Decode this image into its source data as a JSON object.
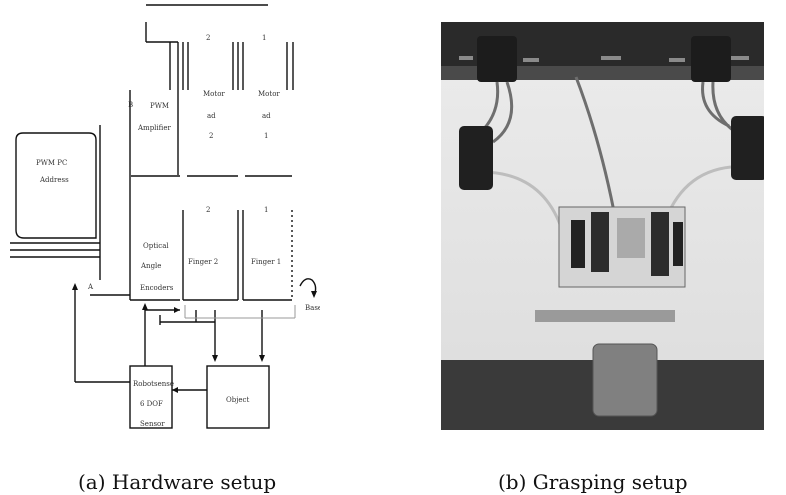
{
  "figure": {
    "subfigure_a": {
      "caption": "(a) Hardware setup",
      "blocks": {
        "pc": [
          "PWM PC",
          "Address"
        ],
        "amplifier": [
          "PWM",
          "Amplifier"
        ],
        "motor_2": [
          "Motor",
          "ad",
          "2"
        ],
        "motor_1": [
          "Motor",
          "ad",
          "1"
        ],
        "encoders": [
          "Optical",
          "Angle",
          "Encoders"
        ],
        "finger_2": "Finger 2",
        "finger_1": "Finger 1",
        "sensor": [
          "Robotsense",
          "6 DOF",
          "Sensor"
        ],
        "object": "Object",
        "base": "Base",
        "label_a": "A",
        "label_b": "B",
        "label_c": "2",
        "label_d": "1"
      }
    },
    "subfigure_b": {
      "caption": "(b) Grasping setup"
    }
  }
}
